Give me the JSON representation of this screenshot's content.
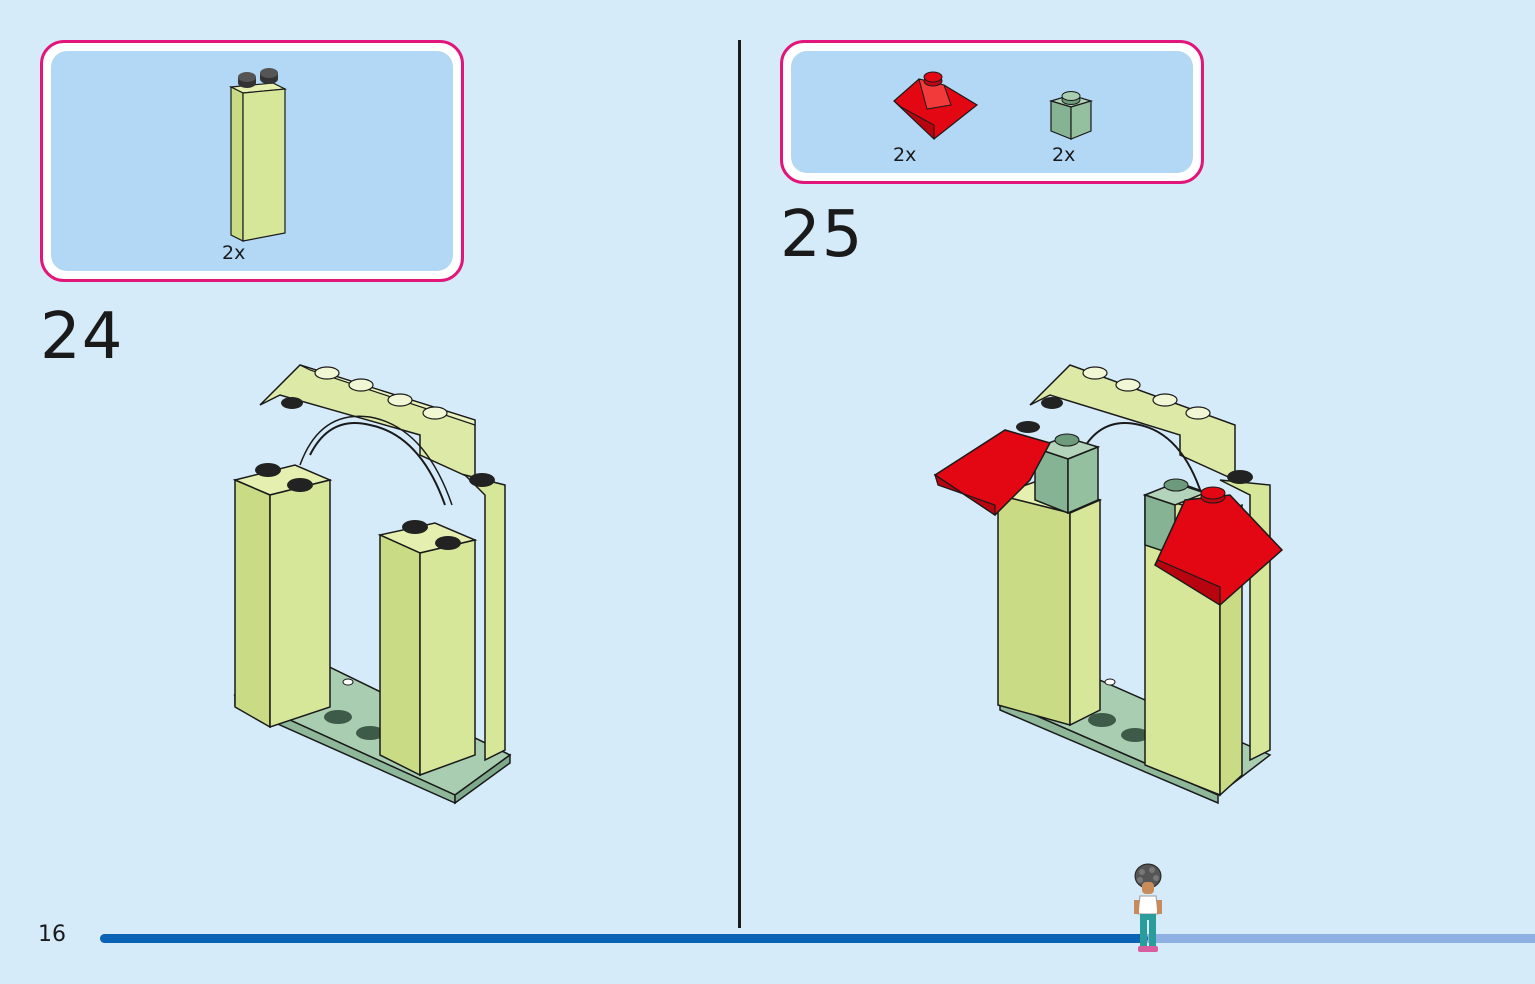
{
  "page": {
    "number": "16"
  },
  "progress": {
    "fraction": 0.73
  },
  "steps": [
    {
      "number": "24",
      "parts": [
        {
          "icon": "tall-brick-icon",
          "qty": "2x",
          "color": "#d6e79a"
        }
      ]
    },
    {
      "number": "25",
      "parts": [
        {
          "icon": "red-roof-slope-icon",
          "qty": "2x",
          "color": "#e30613"
        },
        {
          "icon": "sand-green-brick-icon",
          "qty": "2x",
          "color": "#95c0a0"
        }
      ]
    }
  ],
  "colors": {
    "background": "#d6ebf9",
    "parts_box_border": "#e2167a",
    "parts_box_fill": "#b2d8f5",
    "progress_done": "#0a63b5",
    "progress_todo": "#8fb0e3",
    "brick_yellow_green": "#d6e79a",
    "sand_green": "#95c0a0",
    "red": "#e30613"
  }
}
